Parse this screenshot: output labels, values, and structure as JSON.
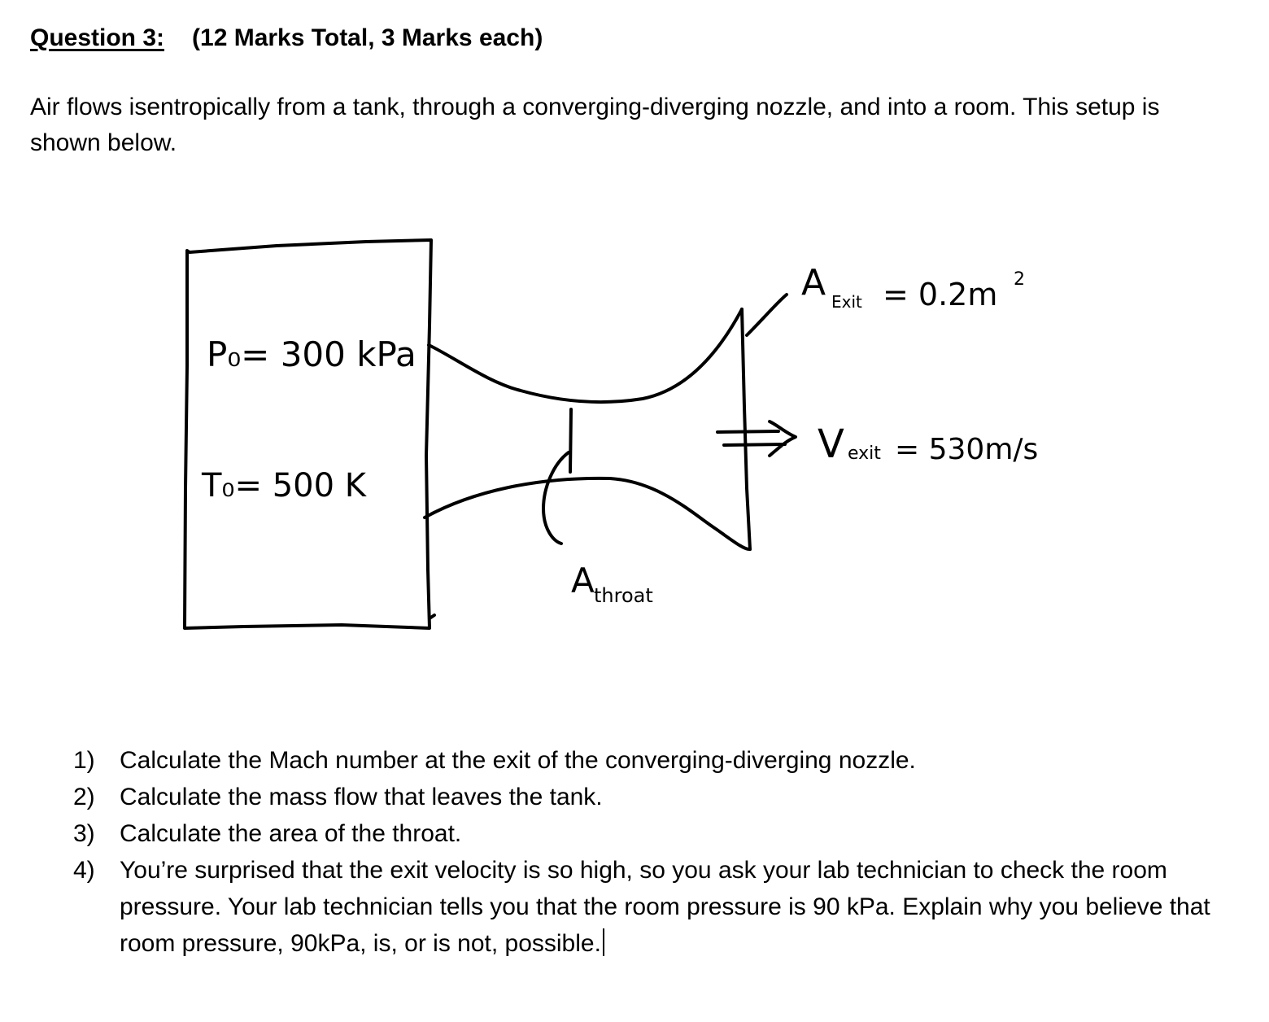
{
  "question": {
    "label": "Question 3:",
    "marks": "(12 Marks Total, 3 Marks each)"
  },
  "intro": "Air flows isentropically from a tank, through a converging-diverging nozzle, and into a room. This setup is shown below.",
  "diagram": {
    "tank_pressure": "P₀= 300 kPa",
    "tank_temperature": "T₀= 500 K",
    "exit_area": "A_Exit = 0.2m²",
    "exit_area_main": "A",
    "exit_area_sub": "Exit",
    "exit_area_value": "= 0.2m",
    "exit_area_sup": "2",
    "exit_velocity_main": "V",
    "exit_velocity_sub": "exit",
    "exit_velocity_value": "= 530m/s",
    "throat_main": "A",
    "throat_sub": "throat"
  },
  "tasks": [
    {
      "num": "1)",
      "text": "Calculate the Mach number at the exit of the converging-diverging nozzle."
    },
    {
      "num": "2)",
      "text": "Calculate the mass flow that leaves the tank."
    },
    {
      "num": "3)",
      "text": "Calculate the area of the throat."
    },
    {
      "num": "4)",
      "text": "You’re surprised that the exit velocity is so high, so you ask your lab technician to check the room pressure. Your lab technician tells you that the room pressure is 90 kPa. Explain why you believe that room pressure, 90kPa, is, or is not, possible."
    }
  ]
}
